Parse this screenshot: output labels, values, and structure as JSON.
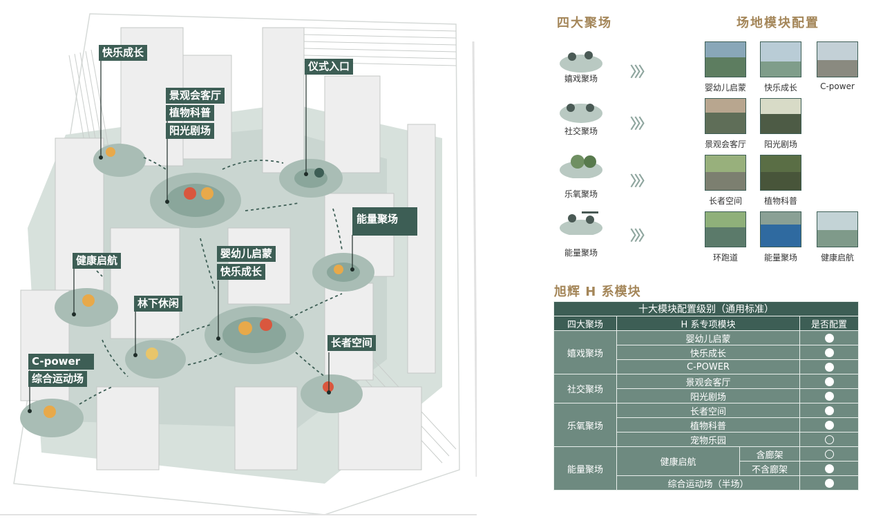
{
  "plan": {
    "labels": {
      "happy_growth": "快乐成长",
      "entrance": "仪式入口",
      "landscape_lounge": "景观会客厅",
      "plant_science": "植物科普",
      "sun_theater": "阳光剧场",
      "energy_gathering": "能量聚场",
      "healthy_voyage": "健康启航",
      "infant_enlight": "婴幼儿启蒙",
      "happy_growth_2": "快乐成长",
      "forest_leisure": "林下休闲",
      "elder_space": "长者空间",
      "c_power": "C-power",
      "sports_field": "综合运动场"
    }
  },
  "right": {
    "title_left": "四大聚场",
    "title_right": "场地模块配置",
    "groups": [
      {
        "name": "嬉戏聚场",
        "photos": [
          "婴幼儿启蒙",
          "快乐成长",
          "C-power"
        ]
      },
      {
        "name": "社交聚场",
        "photos": [
          "景观会客厅",
          "阳光剧场"
        ]
      },
      {
        "name": "乐氧聚场",
        "photos": [
          "长者空间",
          "植物科普"
        ]
      },
      {
        "name": "能量聚场",
        "photos": [
          "环跑道",
          "能量聚场",
          "健康启航"
        ]
      }
    ],
    "arrow": "〉〉〉"
  },
  "module": {
    "title": "旭辉 H 系模块",
    "table_title": "十大模块配置级别（通用标准）",
    "headers": [
      "四大聚场",
      "H 系专项模块",
      "是否配置"
    ],
    "cats": [
      "嬉戏聚场",
      "社交聚场",
      "乐氧聚场",
      "能量聚场"
    ],
    "items": {
      "r1": "婴幼儿启蒙",
      "r2": "快乐成长",
      "r3": "C-POWER",
      "r4": "景观会客厅",
      "r5": "阳光剧场",
      "r6": "长者空间",
      "r7": "植物科普",
      "r8": "宠物乐园",
      "r9": "健康启航",
      "r9a": "含廊架",
      "r9b": "不含廊架",
      "r10": "综合运动场（半场）"
    },
    "configured": [
      true,
      true,
      true,
      true,
      true,
      true,
      true,
      false,
      false,
      true,
      true
    ]
  }
}
